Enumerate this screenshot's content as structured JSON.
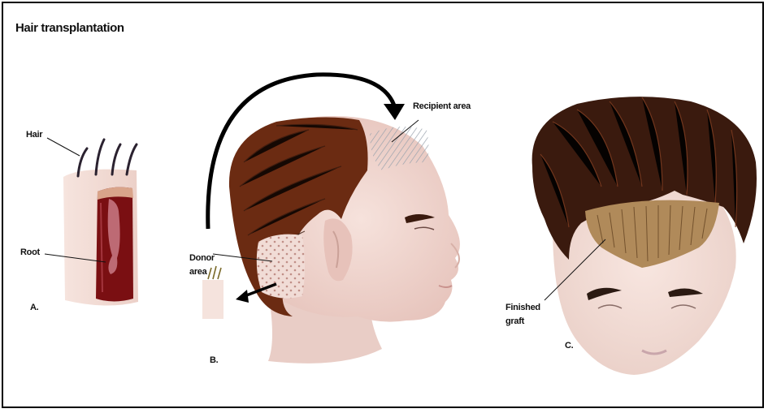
{
  "title": "Hair transplantation",
  "panels": {
    "a": {
      "letter": "A.",
      "hair_label": "Hair",
      "root_label": "Root"
    },
    "b": {
      "letter": "B.",
      "donor_label_line1": "Donor",
      "donor_label_line2": "area",
      "recipient_label": "Recipient area"
    },
    "c": {
      "letter": "C.",
      "graft_label_line1": "Finished",
      "graft_label_line2": "graft"
    }
  },
  "colors": {
    "skin": "#f4ddd7",
    "skin_shadow": "#e7c4bd",
    "hair_brown": "#6b2b12",
    "hair_dark": "#3a1a0e",
    "root_red": "#7a0f12",
    "graft_tan": "#b08a5a",
    "hatch": "#9aa3ad"
  }
}
